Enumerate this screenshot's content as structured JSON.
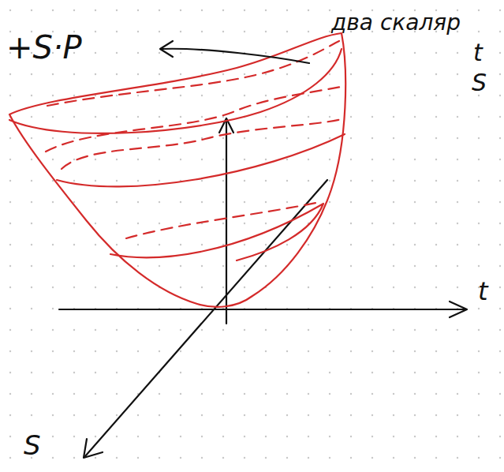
{
  "diagram": {
    "labels": [
      "+S·P",
      "два скаляр",
      "t",
      "S",
      "t",
      "S"
    ]
  }
}
